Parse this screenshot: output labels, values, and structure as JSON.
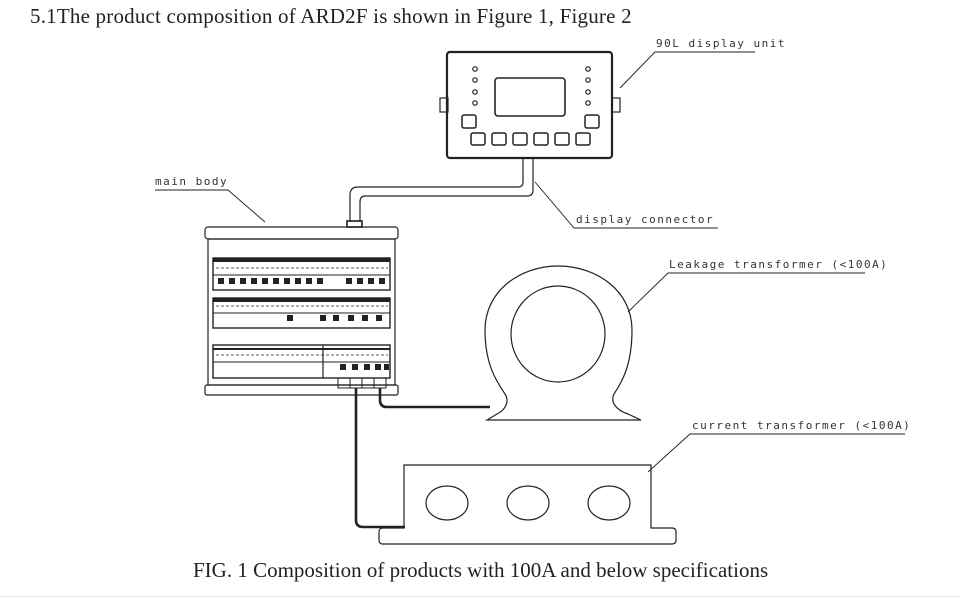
{
  "document": {
    "heading": "5.1The product composition of ARD2F is shown in Figure 1, Figure 2",
    "caption": "FIG. 1 Composition of products with 100A and below specifications"
  },
  "diagram": {
    "labels": {
      "display_unit": "90L display unit",
      "main_body": "main body",
      "display_connector": "display connector",
      "leakage_transformer": "Leakage transformer (<100A)",
      "current_transformer": "current transformer (<100A)"
    },
    "components": {
      "display_unit": {
        "indicator_leds_per_side": 4,
        "bottom_buttons": 6,
        "side_buttons": 2
      },
      "current_transformer": {
        "openings": 3
      }
    },
    "colors": {
      "line": "#222222",
      "text": "#222222",
      "background": "#ffffff"
    }
  }
}
